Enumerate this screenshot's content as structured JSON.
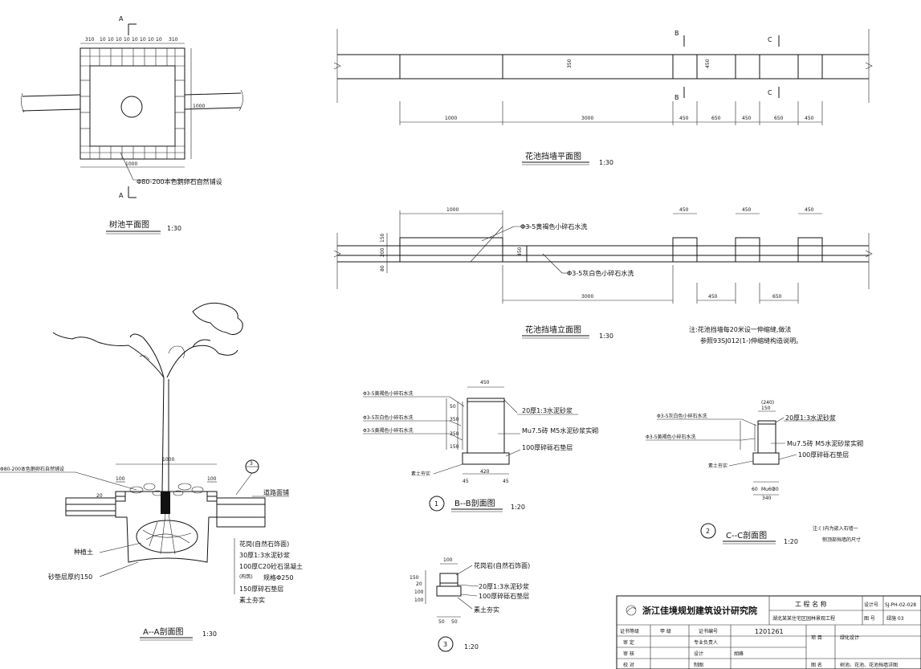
{
  "tree_pool_plan": {
    "title": "树池平面图",
    "scale": "1:30",
    "section_mark": "A",
    "dims_top": [
      "310",
      "10",
      "10",
      "10",
      "10",
      "10",
      "10",
      "10",
      "10",
      "310"
    ],
    "dim_right": "1000",
    "dim_bottom": "1000",
    "callout": "Φ80-200本色鹅卵石自然铺设"
  },
  "section_aa": {
    "title": "A--A剖面图",
    "scale": "1:30",
    "circle_no": "3",
    "dim_top": "1000",
    "dim_left": "100",
    "dim_right": "100",
    "left_label": "Φ80-200本色鹅卵石自然铺设",
    "right_label": "道路面铺",
    "labels": [
      "花岗(自然石饰面)",
      "30厚1:3水泥砂浆",
      "100厚C20砼石混凝土",
      "150厚碎石垫层",
      "素土夯实"
    ],
    "side_labels": [
      "种植土",
      "砂垫层厚约150"
    ],
    "extra": [
      "(构筑)",
      "规格Φ250"
    ],
    "mark_20": "20"
  },
  "wall_plan": {
    "title": "花池挡墙平面图",
    "scale": "1:30",
    "marks": [
      "B",
      "B",
      "C",
      "C"
    ],
    "dims": [
      "1000",
      "3000",
      "450",
      "650",
      "450",
      "650",
      "450"
    ],
    "height_dim": "350",
    "height_dim2": "450"
  },
  "wall_elev": {
    "title": "花池挡墙立面图",
    "scale": "1:30",
    "dims_top": [
      "1000",
      "450",
      "450",
      "450"
    ],
    "dims_bottom": [
      "3000",
      "450",
      "650"
    ],
    "left_dims": [
      "150",
      "200",
      "80"
    ],
    "mid_dim": "450",
    "callout1": "Φ3-5黄褐色小碎石水洗",
    "callout2": "Φ3-5灰白色小碎石水洗",
    "note1": "注:花池挡墙每20米设一伸缩缝,做法",
    "note2": "参照93SJ012(1-)伸缩缝构造说明。"
  },
  "section_bb": {
    "title": "B--B剖面图",
    "scale": "1:20",
    "circle_no": "1",
    "dim_top": "450",
    "dim_bottom": "420",
    "dim_sides": [
      "45",
      "45"
    ],
    "left_dims": [
      "50",
      "350",
      "350",
      "150"
    ],
    "left_labels": [
      "Φ3-5黄褐色小碎石水洗",
      "Φ3-5灰白色小碎石水洗",
      "Φ3-5黄褐色小碎石水洗"
    ],
    "right_labels": [
      "20厚1:3水泥砂浆",
      "Mu7.5砖 M5水泥砂浆实砌",
      "100厚碎砾石垫层"
    ],
    "bottom_label": "素土夯实"
  },
  "section_cc": {
    "title": "C--C剖面图",
    "scale": "1:20",
    "circle_no": "2",
    "dim_top": "150",
    "dim_top2": "(240)",
    "dim_bottom": [
      "60",
      "Mu60",
      "30"
    ],
    "dim_bottom_total": "340",
    "left_labels": [
      "Φ3-5灰白色小碎石水洗",
      "Φ3-5黄褐色小碎石水洗"
    ],
    "right_labels": [
      "20厚1:3水泥砂浆",
      "Mu7.5砖 M5水泥砂浆实砌",
      "100厚碎砾石垫层"
    ],
    "bottom_label": "素土夯实",
    "note1": "注:( )内为嵌入石墙一",
    "note2": "侧顶部挡墙的尺寸"
  },
  "section_3": {
    "circle_no": "3",
    "scale": "1:20",
    "dim_top": "100",
    "left_dims": [
      "150",
      "20",
      "100",
      "100"
    ],
    "labels": [
      "花岗岩(自然石饰面)",
      "20厚1:3水泥砂浆",
      "100厚碎砾石垫层",
      "素土夯实"
    ],
    "dims_bottom": [
      "50",
      "50"
    ]
  },
  "title_block": {
    "institute": "浙江佳境规划建筑设计研究院",
    "project_name_label": "工 程 名 称",
    "project_name": "湖北某某住宅区园林景观工程",
    "design_no_label": "设计号",
    "design_no": "SJ-PH-02-028",
    "drawing_no_label": "图 号",
    "drawing_no": "绿施 03",
    "cert_level_label": "证书等级",
    "cert_level": "甲 级",
    "cert_no_label": "证书编号",
    "cert_no": "1201261",
    "item_label": "项 目",
    "item": "绿化设计",
    "approve_label": "审 定",
    "pm_label": "专业负责人",
    "review_label": "审 核",
    "design_label": "设计",
    "design_name": "胡峰",
    "drawing_name_label": "图 名",
    "drawing_name": "树池、花池、花池挡墙详图",
    "check_label": "校 对",
    "draw_label": "制图"
  }
}
